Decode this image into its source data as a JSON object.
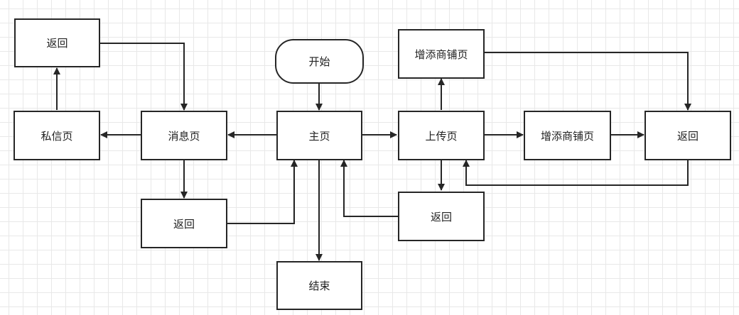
{
  "diagram": {
    "nodes": {
      "start": "开始",
      "main": "主页",
      "end": "结束",
      "message": "消息页",
      "private_msg": "私信页",
      "back_top_left": "返回",
      "back_msg": "返回",
      "upload": "上传页",
      "add_shop_top": "增添商铺页",
      "add_shop_mid": "增添商铺页",
      "back_right": "返回",
      "back_upload": "返回"
    },
    "colors": {
      "stroke": "#262626",
      "grid": "#e8e8e8",
      "fill": "#ffffff"
    }
  }
}
